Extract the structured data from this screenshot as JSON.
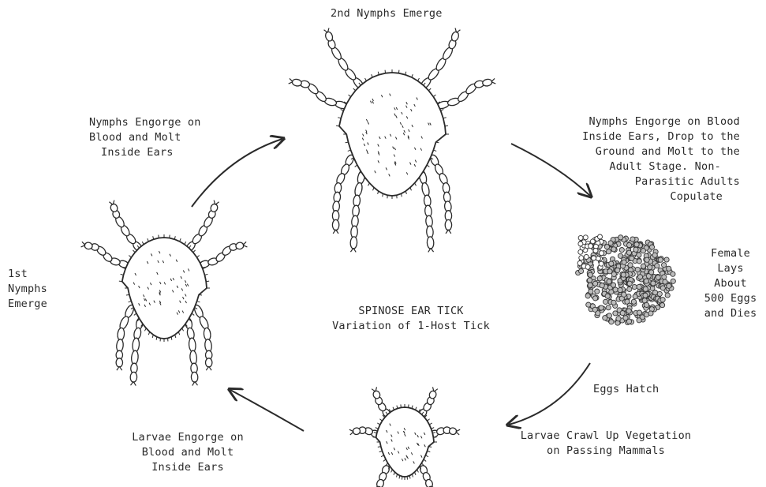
{
  "diagram": {
    "title_lines": [
      "SPINOSE EAR TICK",
      "Variation of 1-Host Tick"
    ],
    "stages": {
      "second_nymphs": [
        "2nd Nymphs Emerge"
      ],
      "nymph_engorge_left": [
        "Nymphs Engorge on",
        "Blood and Molt",
        "Inside Ears"
      ],
      "nymph_engorge_right": [
        "Nymphs Engorge on Blood",
        "Inside Ears, Drop to the",
        "Ground and Molt to the",
        "Adult Stage.  Non-",
        "Parasitic Adults",
        "Copulate"
      ],
      "female_lays": [
        "Female",
        "Lays",
        "About",
        "500 Eggs",
        "and Dies"
      ],
      "eggs_hatch": [
        "Eggs Hatch"
      ],
      "larvae_crawl": [
        "Larvae Crawl Up Vegetation",
        "on Passing Mammals"
      ],
      "larvae_engorge": [
        "Larvae Engorge on",
        "Blood and Molt",
        "Inside Ears"
      ],
      "first_nymphs": [
        "1st",
        "Nymphs",
        "Emerge"
      ]
    },
    "colors": {
      "ink": "#2a2a2a",
      "egg_fill": "#bdbdbd",
      "background": "#ffffff"
    }
  }
}
